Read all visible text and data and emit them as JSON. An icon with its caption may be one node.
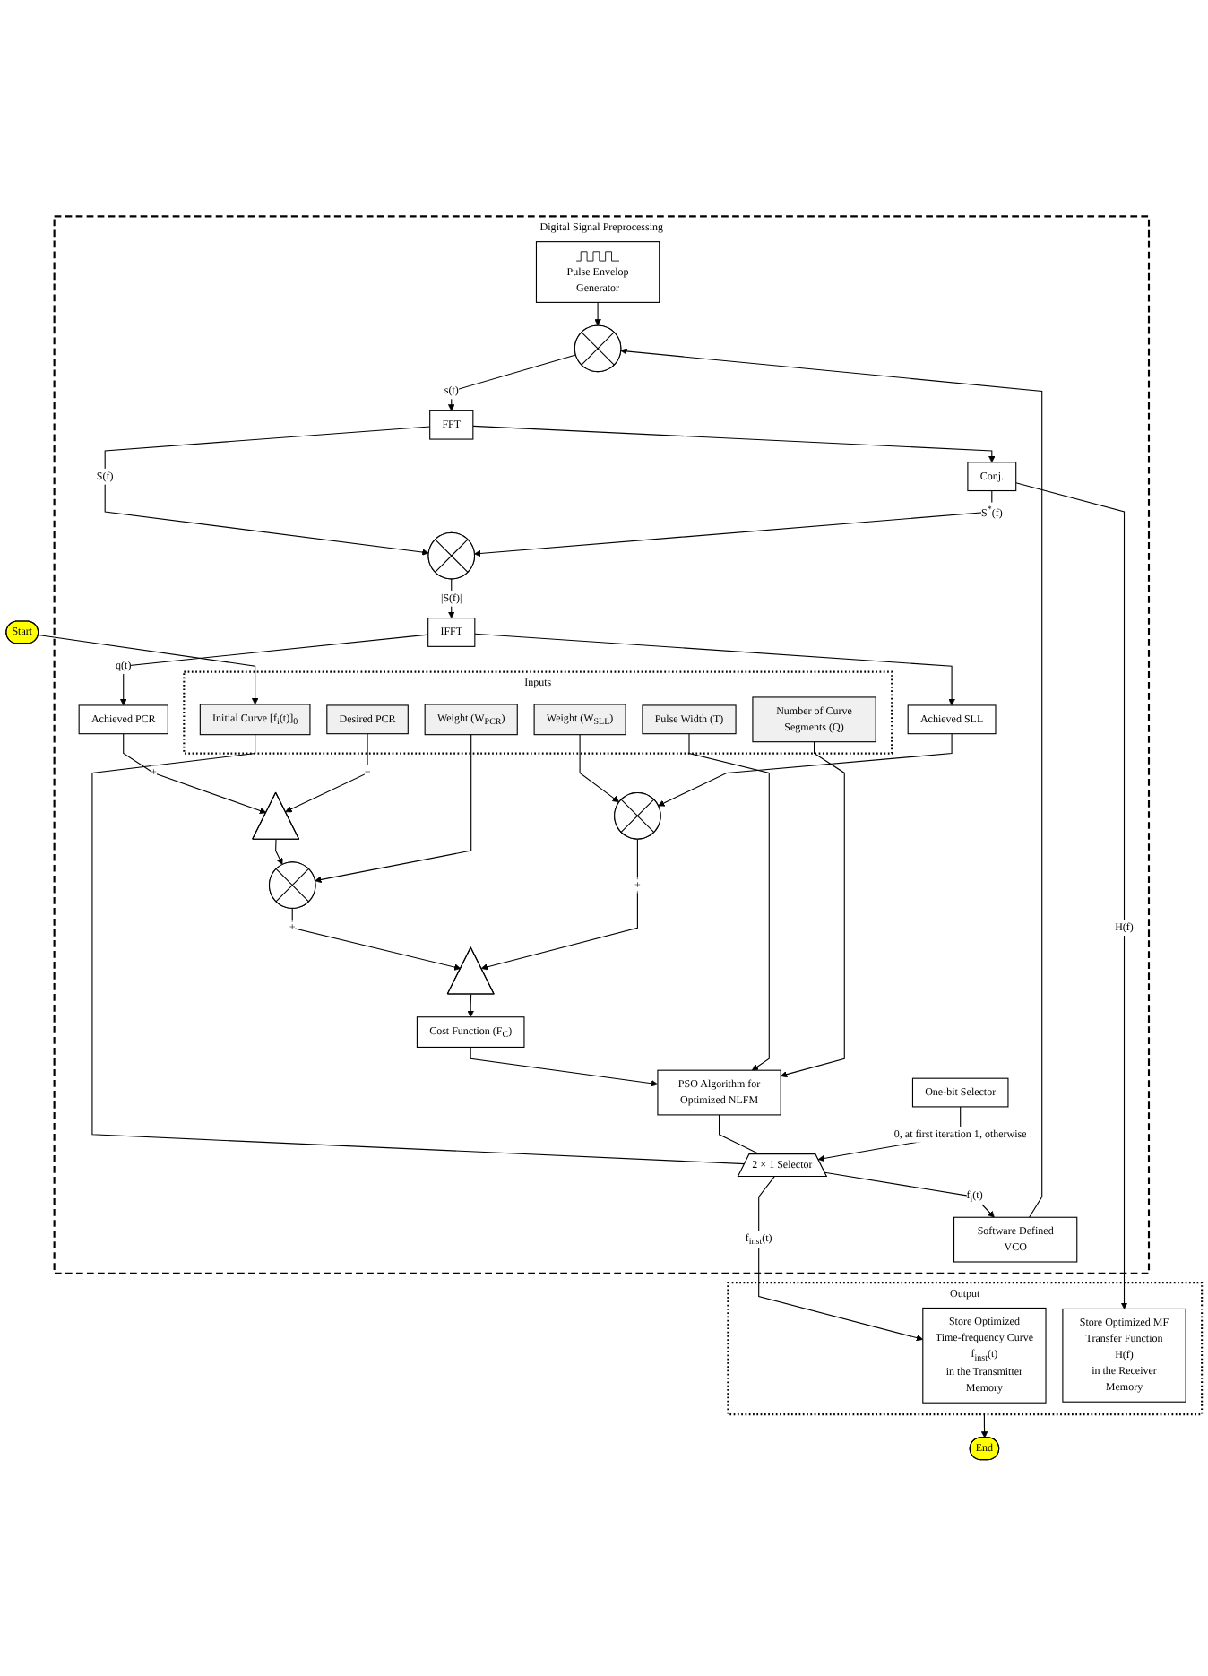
{
  "diagram": {
    "nodes": [
      {
        "text": [
          "Digital Signal Preprocessing"
        ]
      },
      {
        "text": [
          "Pulse Envelop Generator"
        ],
        "in": 0
      },
      {
        "text": [
          "Software Defined VCO"
        ],
        "in": 0
      },
      {
        "text": [],
        "shape": "circle",
        "in": 0
      },
      {
        "text": [
          "One-bit Selector"
        ],
        "in": 0
      },
      {
        "text": [
          "2 × 1 Selector"
        ],
        "in": 0
      },
      {
        "text": [
          "Start"
        ]
      },
      {
        "text": [
          "Inputs"
        ],
        "in": 0
      },
      {
        "text": [
          "Initial Curve [f$_{i}$(t)]$_{0}$"
        ],
        "in": 7
      },
      {
        "text": [
          "Pulse Width (T)"
        ],
        "in": 7
      },
      {
        "text": [
          "PSO Algorithm for Optimized NLFM"
        ],
        "in": 0
      },
      {
        "text": [
          "Number of Curve Segments (Q)"
        ],
        "in": 7
      },
      {
        "text": [
          "Cost Function (F$_{C}$)"
        ],
        "in": 0
      },
      {
        "text": [],
        "shape": "triangle",
        "in": 0
      },
      {
        "text": [
          "Weight (W$_{SLL}$)"
        ],
        "in": 7
      },
      {
        "text": [],
        "shape": "circle",
        "in": 0
      },
      {
        "text": [
          "Weight (W$_{PCR}$)"
        ],
        "in": 7
      },
      {
        "text": [],
        "shape": "circle",
        "in": 0
      },
      {
        "text": [
          "Achieved SLL"
        ],
        "in": 0
      },
      {
        "text": [],
        "shape": "triangle",
        "in": 0
      },
      {
        "text": [
          "Desired PCR"
        ],
        "in": 7
      },
      {
        "text": [
          "Achieved PCR"
        ],
        "in": 0
      },
      {
        "text": [
          "IFFT"
        ],
        "in": 0
      },
      {
        "text": [
          "FFT"
        ],
        "in": 0
      },
      {
        "text": [],
        "shape": "circle",
        "in": 0
      },
      {
        "text": [
          "Conj."
        ],
        "in": 0
      },
      {
        "text": [
          "Output"
        ]
      },
      {
        "text": [
          "Store Optimized Time-frequency Curve",
          "f$_{inst}$(t)",
          "in the Transmitter Memory"
        ],
        "in": 26
      },
      {
        "text": [
          "Store Optimized MF Transfer Function",
          "H(f)",
          "in the Receiver Memory"
        ],
        "in": 26
      },
      {
        "text": [
          "End"
        ]
      }
    ],
    "edges": [
      {
        "from": 6,
        "to": 8,
        "arrow": "to"
      },
      {
        "from": 8,
        "to": 5,
        "arrow": "none"
      },
      {
        "from": 10,
        "to": 5,
        "arrow": "none"
      },
      {
        "from": 4,
        "to": 5,
        "arrow": "to",
        "label": "0, at first iteration 1, otherwise"
      },
      {
        "from": 5,
        "to": 2,
        "arrow": "to",
        "label": "f$_{i}$(t)"
      },
      {
        "from": 5,
        "to": 27,
        "arrow": "to",
        "label": "f$_{inst}$(t)"
      },
      {
        "from": 1,
        "to": 3,
        "arrow": "to"
      },
      {
        "from": 2,
        "to": 3,
        "arrow": "to"
      },
      {
        "from": 3,
        "to": 23,
        "arrow": "to",
        "label": "s(t)"
      },
      {
        "from": 23,
        "to": 24,
        "arrow": "to",
        "label": "S(f)"
      },
      {
        "from": 23,
        "to": 25,
        "arrow": "to"
      },
      {
        "from": 25,
        "to": 24,
        "arrow": "to",
        "label": "S$^{*}$(f)"
      },
      {
        "from": 25,
        "to": 28,
        "arrow": "to",
        "label": "H(f)"
      },
      {
        "from": 24,
        "to": 22,
        "arrow": "to",
        "label": "|S(f)|"
      },
      {
        "from": 22,
        "to": 21,
        "arrow": "to",
        "label": "q(t)"
      },
      {
        "from": 22,
        "to": 18,
        "arrow": "to"
      },
      {
        "from": 21,
        "to": 19,
        "arrow": "to",
        "label": "+"
      },
      {
        "from": 20,
        "to": 19,
        "arrow": "to",
        "label": "−"
      },
      {
        "from": 19,
        "to": 17,
        "arrow": "to"
      },
      {
        "from": 16,
        "to": 17,
        "arrow": "to"
      },
      {
        "from": 14,
        "to": 15,
        "arrow": "to"
      },
      {
        "from": 18,
        "to": 15,
        "arrow": "to"
      },
      {
        "from": 17,
        "to": 13,
        "arrow": "to",
        "label": "+"
      },
      {
        "from": 15,
        "to": 13,
        "arrow": "to",
        "label": "+"
      },
      {
        "from": 13,
        "to": 12,
        "arrow": "to"
      },
      {
        "from": 12,
        "to": 10,
        "arrow": "to"
      },
      {
        "from": 9,
        "to": 10,
        "arrow": "to"
      },
      {
        "from": 11,
        "to": 10,
        "arrow": "to"
      },
      {
        "from": 26,
        "to": 29,
        "arrow": "to"
      }
    ]
  }
}
